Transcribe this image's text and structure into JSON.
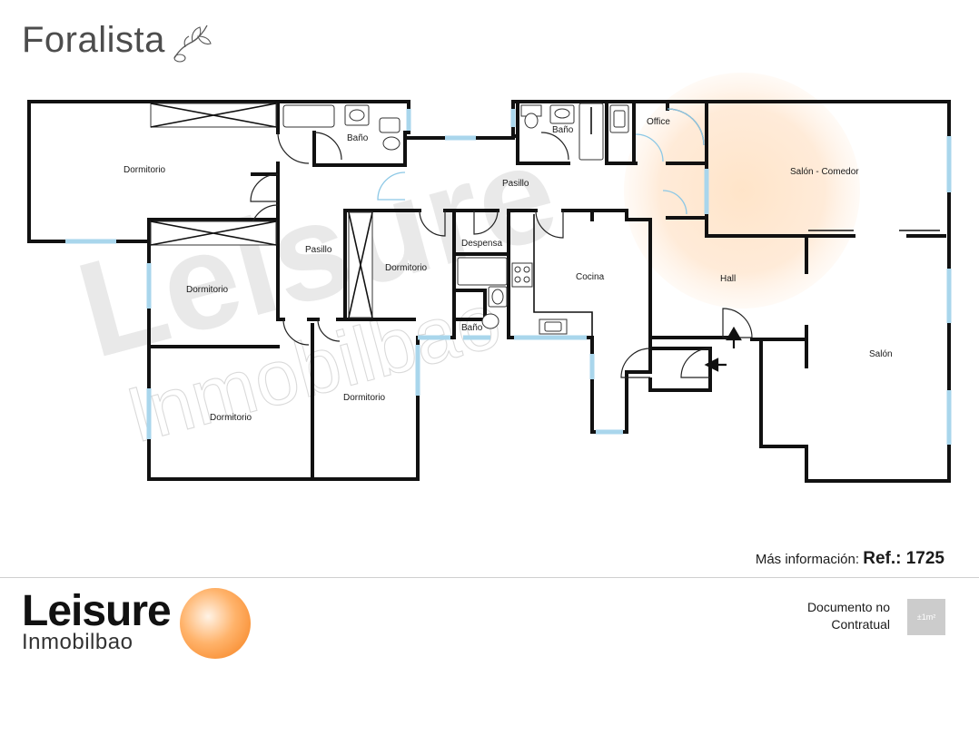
{
  "header": {
    "brand": "Foralista"
  },
  "plan": {
    "watermark": {
      "main": "Leisure",
      "sub": "Inmobilbao"
    },
    "rooms": {
      "dormitorio_top_left": "Dormitorio",
      "bano_1": "Baño",
      "pasillo_1": "Pasillo",
      "pasillo_2": "Pasillo",
      "dormitorio_left": "Dormitorio",
      "dormitorio_center": "Dormitorio",
      "despensa": "Despensa",
      "bano_2": "Baño",
      "cocina": "Cocina",
      "bano_3": "Baño",
      "office": "Office",
      "salon_comedor": "Salón - Comedor",
      "hall": "Hall",
      "salon": "Salón",
      "dormitorio_bottom_left": "Dormitorio",
      "dormitorio_bottom_center": "Dormitorio"
    }
  },
  "reference": {
    "prefix": "Más información:",
    "ref": "Ref.: 1725"
  },
  "footer": {
    "logo_main": "Leisure",
    "logo_sub": "Inmobilbao",
    "disclaimer_line1": "Documento no",
    "disclaimer_line2": "Contratual",
    "area_badge": "±1m²"
  },
  "colors": {
    "wall": "#111111",
    "window": "#a9d6ec",
    "accent": "#f57d18"
  }
}
